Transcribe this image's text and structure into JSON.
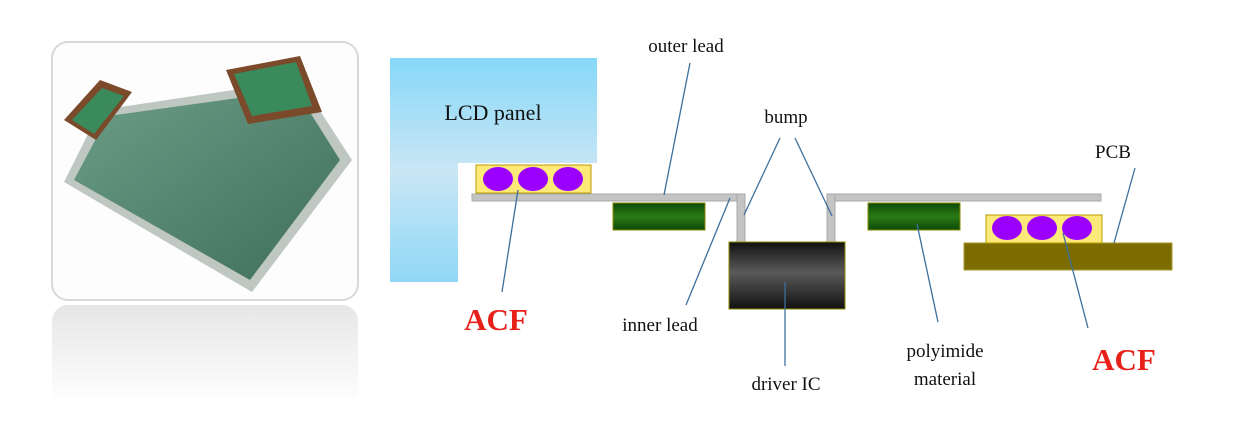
{
  "labels": {
    "lcd_panel": "LCD panel",
    "outer_lead": "outer lead",
    "bump": "bump",
    "pcb": "PCB",
    "acf_left": "ACF",
    "acf_right": "ACF",
    "inner_lead": "inner lead",
    "driver_ic": "driver IC",
    "polyimide_line1": "polyimide",
    "polyimide_line2": "material"
  },
  "colors": {
    "lcd_panel": "#8fdcf7",
    "acf_film": "#fde978",
    "conductive_particle": "#9b00ff",
    "lead": "#c4c4c4",
    "polyimide": "#1f6a0d",
    "driver_ic": "#1a1a1a",
    "pcb": "#7d6c00",
    "acf_text": "#e8201a"
  }
}
